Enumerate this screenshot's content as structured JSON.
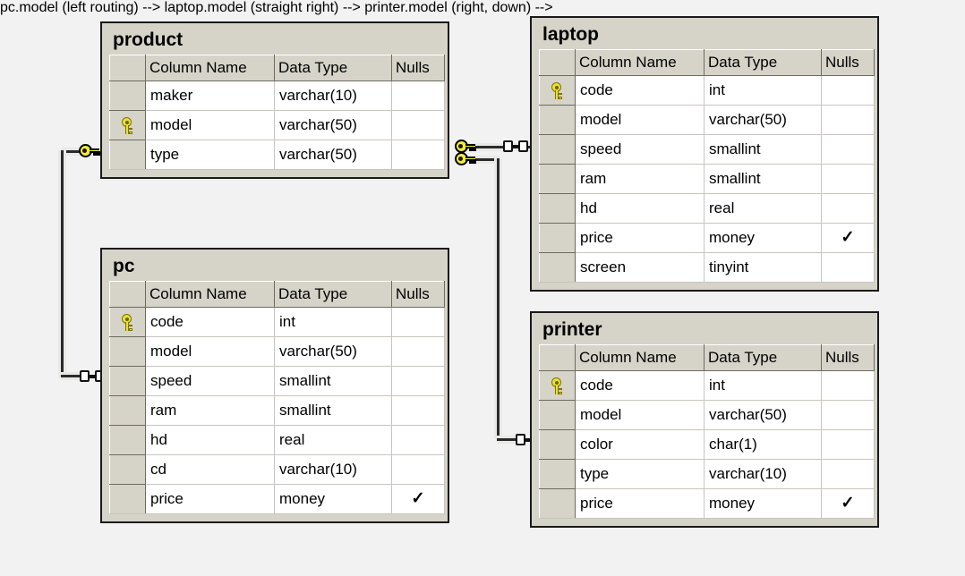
{
  "diagram": {
    "title": "Database schema diagram",
    "background_color": "#f2f2f2",
    "entity_fill": "#d6d3c8",
    "entity_border": "#1a1a1a",
    "grid_line_color": "#c8c5bd",
    "key_color": "#e8e036",
    "columns_header": {
      "gutter": "",
      "column_name": "Column Name",
      "data_type": "Data Type",
      "nulls": "Nulls"
    },
    "check_glyph": "✓"
  },
  "tables": [
    {
      "name": "product",
      "rows": [
        {
          "key": false,
          "column_name": "maker",
          "data_type": "varchar(10)",
          "nulls": ""
        },
        {
          "key": true,
          "column_name": "model",
          "data_type": "varchar(50)",
          "nulls": ""
        },
        {
          "key": false,
          "column_name": "type",
          "data_type": "varchar(50)",
          "nulls": ""
        }
      ]
    },
    {
      "name": "pc",
      "rows": [
        {
          "key": true,
          "column_name": "code",
          "data_type": "int",
          "nulls": ""
        },
        {
          "key": false,
          "column_name": "model",
          "data_type": "varchar(50)",
          "nulls": ""
        },
        {
          "key": false,
          "column_name": "speed",
          "data_type": "smallint",
          "nulls": ""
        },
        {
          "key": false,
          "column_name": "ram",
          "data_type": "smallint",
          "nulls": ""
        },
        {
          "key": false,
          "column_name": "hd",
          "data_type": "real",
          "nulls": ""
        },
        {
          "key": false,
          "column_name": "cd",
          "data_type": "varchar(10)",
          "nulls": ""
        },
        {
          "key": false,
          "column_name": "price",
          "data_type": "money",
          "nulls": "✓"
        }
      ]
    },
    {
      "name": "laptop",
      "rows": [
        {
          "key": true,
          "column_name": "code",
          "data_type": "int",
          "nulls": ""
        },
        {
          "key": false,
          "column_name": "model",
          "data_type": "varchar(50)",
          "nulls": ""
        },
        {
          "key": false,
          "column_name": "speed",
          "data_type": "smallint",
          "nulls": ""
        },
        {
          "key": false,
          "column_name": "ram",
          "data_type": "smallint",
          "nulls": ""
        },
        {
          "key": false,
          "column_name": "hd",
          "data_type": "real",
          "nulls": ""
        },
        {
          "key": false,
          "column_name": "price",
          "data_type": "money",
          "nulls": "✓"
        },
        {
          "key": false,
          "column_name": "screen",
          "data_type": "tinyint",
          "nulls": ""
        }
      ]
    },
    {
      "name": "printer",
      "rows": [
        {
          "key": true,
          "column_name": "code",
          "data_type": "int",
          "nulls": ""
        },
        {
          "key": false,
          "column_name": "model",
          "data_type": "varchar(50)",
          "nulls": ""
        },
        {
          "key": false,
          "column_name": "color",
          "data_type": "char(1)",
          "nulls": ""
        },
        {
          "key": false,
          "column_name": "type",
          "data_type": "varchar(10)",
          "nulls": ""
        },
        {
          "key": false,
          "column_name": "price",
          "data_type": "money",
          "nulls": "✓"
        }
      ]
    }
  ],
  "relationships": [
    {
      "from_table": "product",
      "from_column": "model",
      "to_table": "pc",
      "to_column": "model",
      "from_end": "key",
      "to_end": "many"
    },
    {
      "from_table": "product",
      "from_column": "model",
      "to_table": "laptop",
      "to_column": "model",
      "from_end": "key",
      "to_end": "many"
    },
    {
      "from_table": "product",
      "from_column": "model",
      "to_table": "printer",
      "to_column": "model",
      "from_end": "key",
      "to_end": "many"
    }
  ]
}
